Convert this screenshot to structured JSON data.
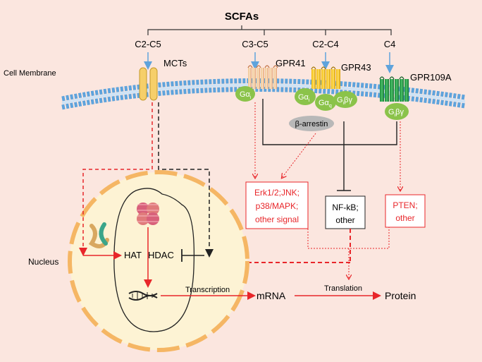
{
  "title": "SCFAs",
  "membrane_label": "Cell Membrane",
  "nucleus_label": "Nucleus",
  "transporters": {
    "mct": {
      "chain": "C2-C5",
      "label": "MCTs"
    },
    "gpr41": {
      "chain": "C3-C5",
      "label": "GPR41",
      "g_protein": "Gα",
      "g_sub": "i"
    },
    "gpr43": {
      "chain": "C2-C4",
      "label": "GPR43",
      "g1": "Gα",
      "g1_sub": "i",
      "g2": "Gα",
      "g2_sub": "q",
      "g3_pre": "G",
      "g3_sub": "i",
      "g3_post": "βγ"
    },
    "gpr109a": {
      "chain": "C4",
      "label": "GPR109A",
      "g_pre": "G",
      "g_sub": "i",
      "g_post": "βγ"
    }
  },
  "beta_arrestin": "β-arrestin",
  "boxes": {
    "erk": [
      "Erk1/2;JNK;",
      "p38/MAPK;",
      "other signal"
    ],
    "nfkb": [
      "NF-kB;",
      "other"
    ],
    "pten": [
      "PTEN;",
      "other"
    ]
  },
  "nucleus": {
    "hat": "HAT",
    "hdac": "HDAC",
    "transcription": "Transcription"
  },
  "mrna": "mRNA",
  "translation": "Translation",
  "protein": "Protein",
  "colors": {
    "red": "#e8262a",
    "membrane": "#5ea3dc",
    "gprotein": "#8bc34a",
    "cell": "#fdf3d4",
    "cell_border": "#f5b664"
  }
}
